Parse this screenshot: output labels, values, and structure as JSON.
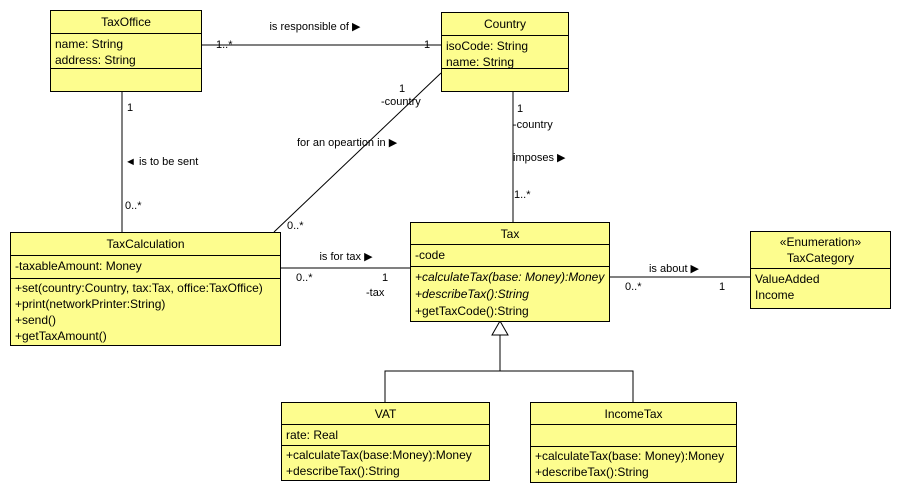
{
  "classes": {
    "tax_office": {
      "title": "TaxOffice",
      "attributes": [
        "name: String",
        "address: String"
      ]
    },
    "country": {
      "title": "Country",
      "attributes": [
        "isoCode: String",
        "name: String"
      ]
    },
    "tax_calculation": {
      "title": "TaxCalculation",
      "attributes": [
        "-taxableAmount: Money"
      ],
      "methods": [
        "+set(country:Country, tax:Tax, office:TaxOffice)",
        "+print(networkPrinter:String)",
        "+send()",
        "+getTaxAmount()"
      ]
    },
    "tax": {
      "title": "Tax",
      "attributes": [
        "-code"
      ],
      "abstract_methods": [
        "+calculateTax(base: Money):Money",
        "+describeTax():String"
      ],
      "methods": [
        "+getTaxCode():String"
      ]
    },
    "tax_category": {
      "stereotype": "«Enumeration»",
      "title": "TaxCategory",
      "literals": [
        "ValueAdded",
        "Income"
      ]
    },
    "vat": {
      "title": "VAT",
      "attributes": [
        "rate: Real"
      ],
      "methods": [
        "+calculateTax(base:Money):Money",
        "+describeTax():String"
      ]
    },
    "income_tax": {
      "title": "IncomeTax",
      "methods": [
        "+calculateTax(base: Money):Money",
        "+describeTax():String"
      ]
    }
  },
  "associations": {
    "office_country": {
      "label": "is responsible of ▶",
      "office_mult": "1..*",
      "country_mult": "1"
    },
    "office_calculation": {
      "office_mult": "1",
      "label": "◄ is to be sent",
      "calculation_mult": "0..*"
    },
    "calculation_country": {
      "country_mult": "1",
      "country_role": "-country",
      "label": "for an opeartion in ▶",
      "calculation_mult": "0..*"
    },
    "country_tax": {
      "country_mult": "1",
      "country_role": "-country",
      "label": "imposes ▶",
      "tax_mult": "1..*"
    },
    "calculation_tax": {
      "label": "is for tax ▶",
      "calculation_mult": "0..*",
      "tax_mult": "1",
      "tax_role": "-tax"
    },
    "tax_category": {
      "label": "is about ▶",
      "tax_mult": "0..*",
      "category_mult": "1"
    }
  },
  "colors": {
    "class_fill": "#FDFD8E",
    "border": "#000000",
    "background": "#FFFFFF"
  }
}
